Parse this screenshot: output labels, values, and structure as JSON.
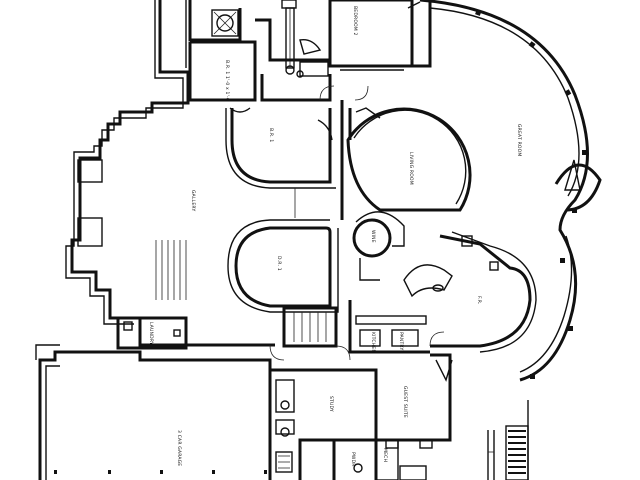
{
  "colors": {
    "ink": "#111111",
    "paper": "#ffffff"
  },
  "legend_blocks": 6,
  "rooms": [
    {
      "id": "bath",
      "label": "B.R. 1 1'-0 x 1'-0"
    },
    {
      "id": "bed2",
      "label": "BEDROOM 2"
    },
    {
      "id": "br1",
      "label": "B.R. 1"
    },
    {
      "id": "gallery",
      "label": "GALLERY"
    },
    {
      "id": "dining",
      "label": "D.R. 1"
    },
    {
      "id": "living",
      "label": "LIVING ROOM"
    },
    {
      "id": "great",
      "label": "GREAT ROOM"
    },
    {
      "id": "family",
      "label": "F.R."
    },
    {
      "id": "wine",
      "label": "WINE"
    },
    {
      "id": "kitchen",
      "label": "KITCHEN"
    },
    {
      "id": "garage",
      "label": "3 CAR GARAGE"
    },
    {
      "id": "laundry",
      "label": "LAUNDRY"
    },
    {
      "id": "study",
      "label": "STUDY"
    },
    {
      "id": "pwdr",
      "label": "PWDR"
    },
    {
      "id": "mech",
      "label": "MECH"
    },
    {
      "id": "pantry",
      "label": "PANTRY"
    },
    {
      "id": "guest",
      "label": "GUEST SUITE"
    }
  ]
}
